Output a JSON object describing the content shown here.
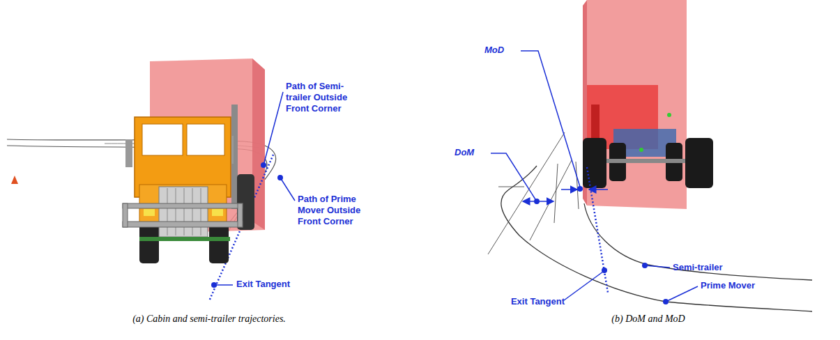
{
  "diagram": {
    "labels": [
      "Path of Semi-trailer Outside Front Corner",
      "Path of Prime Mover Outside Front Corner",
      "Exit Tangent",
      "(a) Cabin and semi-trailer trajectories.",
      "MoD",
      "DoM",
      "Semi-trailer",
      "Prime Mover",
      "Exit Tangent",
      "(b) DoM and MoD"
    ]
  }
}
